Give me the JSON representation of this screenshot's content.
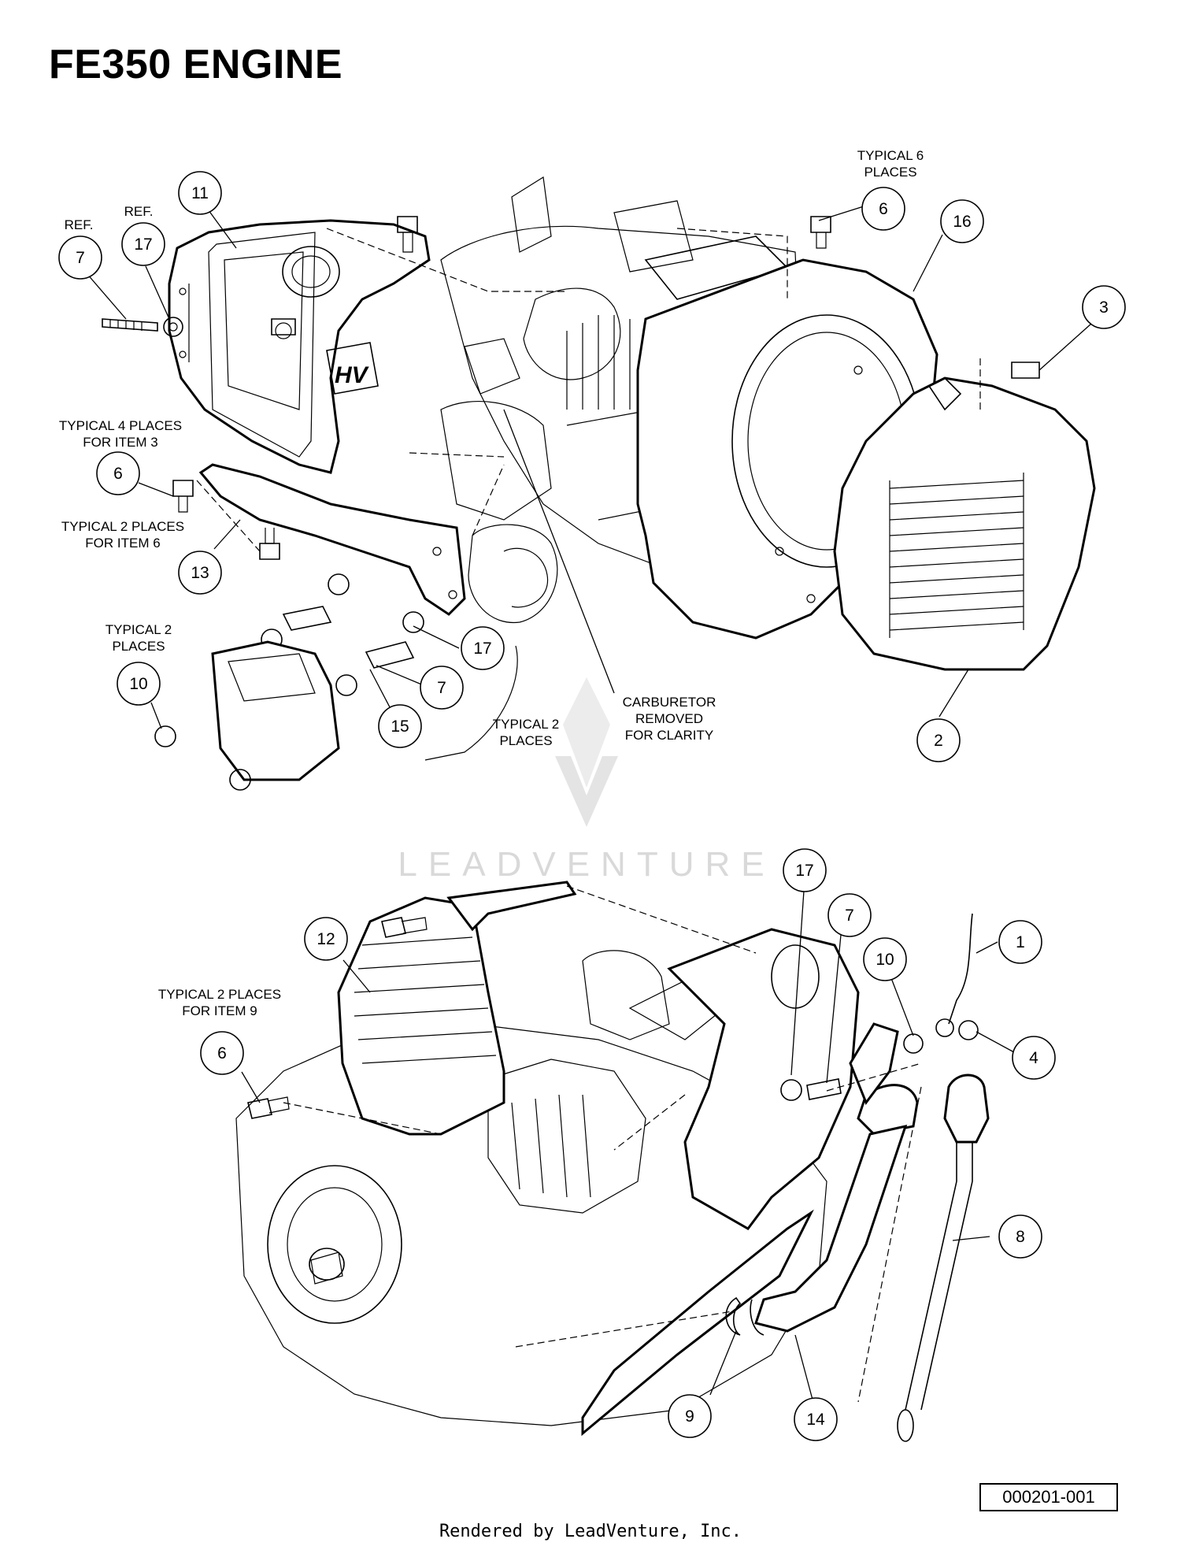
{
  "title": "FE350 ENGINE",
  "callouts": [
    {
      "id": "c11",
      "number": "11"
    },
    {
      "id": "c7a",
      "number": "7"
    },
    {
      "id": "c17a",
      "number": "17"
    },
    {
      "id": "c6a",
      "number": "6"
    },
    {
      "id": "c13",
      "number": "13"
    },
    {
      "id": "c10a",
      "number": "10"
    },
    {
      "id": "c17b",
      "number": "17"
    },
    {
      "id": "c7b",
      "number": "7"
    },
    {
      "id": "c15",
      "number": "15"
    },
    {
      "id": "c6b",
      "number": "6"
    },
    {
      "id": "c16",
      "number": "16"
    },
    {
      "id": "c3",
      "number": "3"
    },
    {
      "id": "c2",
      "number": "2"
    },
    {
      "id": "c12",
      "number": "12"
    },
    {
      "id": "c17c",
      "number": "17"
    },
    {
      "id": "c7c",
      "number": "7"
    },
    {
      "id": "c10b",
      "number": "10"
    },
    {
      "id": "c1",
      "number": "1"
    },
    {
      "id": "c4",
      "number": "4"
    },
    {
      "id": "c6c",
      "number": "6"
    },
    {
      "id": "c8",
      "number": "8"
    },
    {
      "id": "c9",
      "number": "9"
    },
    {
      "id": "c14",
      "number": "14"
    }
  ],
  "notes": {
    "ref_1": "REF.",
    "ref_2": "REF.",
    "typical_4_line1": "TYPICAL 4 PLACES",
    "typical_4_line2": "FOR ITEM 3",
    "typical_2_item6_line1": "TYPICAL 2 PLACES",
    "typical_2_item6_line2": "FOR ITEM 6",
    "typical_2_left_line1": "TYPICAL 2",
    "typical_2_left_line2": "PLACES",
    "typical_2_mid_line1": "TYPICAL 2",
    "typical_2_mid_line2": "PLACES",
    "carb_line1": "CARBURETOR",
    "carb_line2": "REMOVED",
    "carb_line3": "FOR CLARITY",
    "typical_6_line1": "TYPICAL 6",
    "typical_6_line2": "PLACES",
    "typical_2_item9_line1": "TYPICAL 2 PLACES",
    "typical_2_item9_line2": "FOR ITEM 9"
  },
  "watermark": "LEADVENTURE",
  "drawing_number": "000201-001",
  "footer": "Rendered by LeadVenture, Inc."
}
